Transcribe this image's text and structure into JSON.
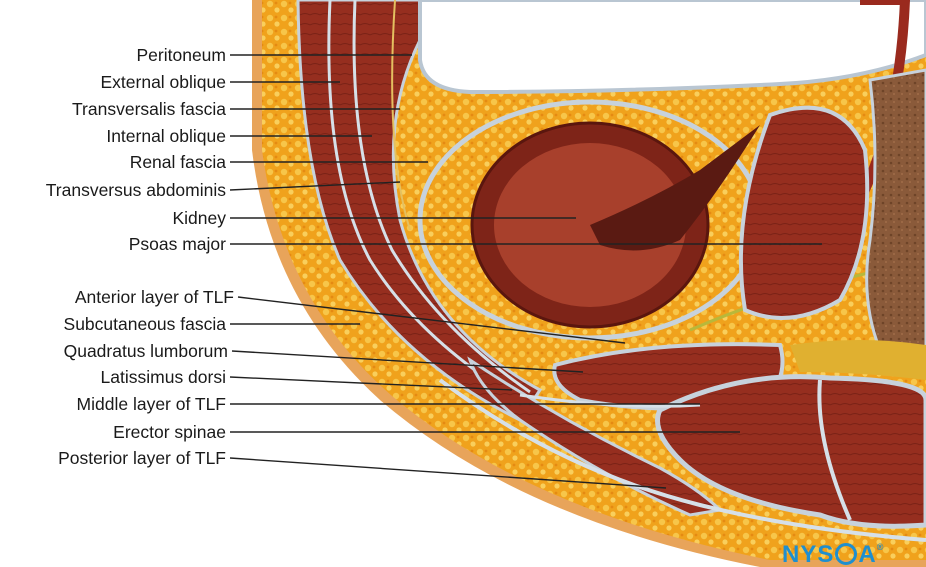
{
  "labels": [
    "Peritoneum",
    "External oblique",
    "Transversalis fascia",
    "Internal oblique",
    "Renal fascia",
    "Transversus abdominis",
    "Kidney",
    "Psoas major",
    "Anterior layer of TLF",
    "Subcutaneous fascia",
    "Quadratus lumborum",
    "Latissimus dorsi",
    "Middle layer of TLF",
    "Erector spinae",
    "Posterior layer of TLF"
  ],
  "logo": {
    "text_start": "NYS",
    "text_end": "A",
    "registered": "®"
  },
  "colors": {
    "fat": "#f2a81e",
    "muscle": "#8e2a1c",
    "fascia": "#c7d2dc",
    "leader_line": "#222222",
    "logo": "#1f8fcf"
  }
}
